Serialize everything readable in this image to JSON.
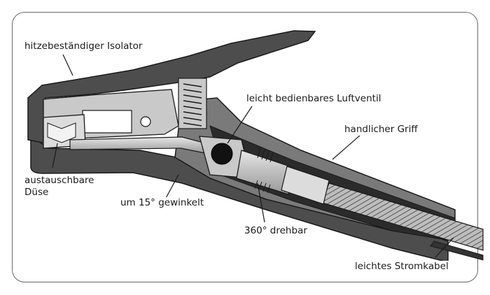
{
  "labels": {
    "isolator": "hitzebeständiger Isolator",
    "luftventil": "leicht bedienbares Luftventil",
    "griff": "handlicher Griff",
    "duese_line1": "austauschbare",
    "duese_line2": "Düse",
    "gewinkelt": "um 15° gewinkelt",
    "drehbar": "360° drehbar",
    "stromkabel": "leichtes Stromkabel"
  },
  "colors": {
    "dark_body": "#4d4d4d",
    "mid_body": "#7a7a7a",
    "light_metal": "#c9c9c9",
    "outline": "#1a1a1a",
    "frame": "#6a6a6a"
  }
}
